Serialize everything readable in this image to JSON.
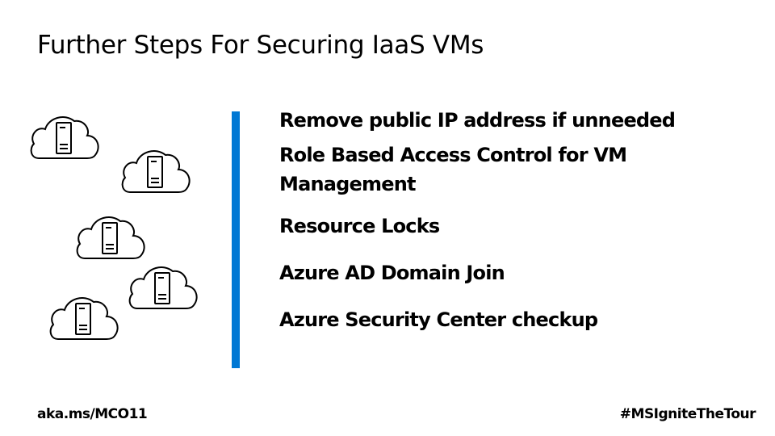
{
  "slide": {
    "title": "Further Steps For Securing IaaS VMs",
    "icons": [
      "cloud-server-icon",
      "cloud-server-icon",
      "cloud-server-icon",
      "cloud-server-icon",
      "cloud-server-icon"
    ],
    "accent_color": "#0078d4",
    "bullets": [
      "Remove public IP address if unneeded",
      "Role Based Access Control for VM",
      "Management",
      "Resource Locks",
      "Azure AD Domain Join",
      "Azure Security Center checkup"
    ]
  },
  "footer": {
    "link": "aka.ms/MCO11",
    "hashtag": "#MSIgniteTheTour"
  }
}
